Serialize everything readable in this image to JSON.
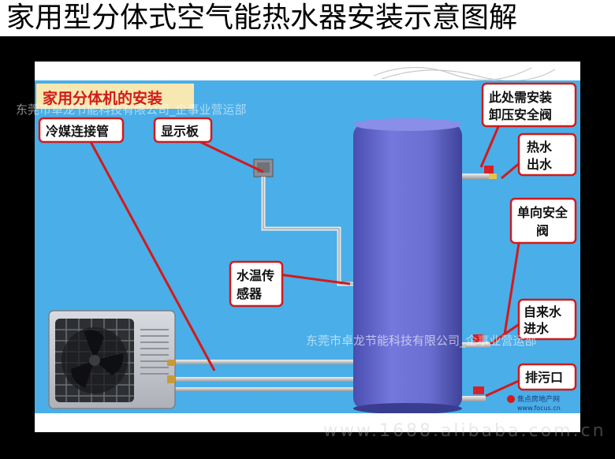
{
  "page_title": "家用型分体式空气能热水器安装示意图解",
  "panel_heading": "家用分体机的安装",
  "labels": {
    "refrigerant_pipe": "冷媒连接管",
    "display_panel": "显示板",
    "water_temp_sensor_l1": "水温传",
    "water_temp_sensor_l2": "感器",
    "relief_valve_l1": "此处需安装",
    "relief_valve_l2": "卸压安全阀",
    "hot_water_l1": "热水",
    "hot_water_l2": "出水",
    "check_valve_l1": "单向安全",
    "check_valve_l2": "阀",
    "tap_water_l1": "自来水",
    "tap_water_l2": "进水",
    "drain": "排污口"
  },
  "watermarks": {
    "company_top": "东莞市卓龙节能科技有限公司_企事业营运部",
    "company_mid": "东莞市卓龙节能科技有限公司_企事业营运部",
    "alibaba": "www.1688.alibaba.com.cn",
    "focus_logo": "焦点房地产网",
    "focus_url": "www.focus.cn"
  },
  "colors": {
    "panel_blue": "#4aaee8",
    "tank": "#6a6ed0",
    "callout_fill": "#ffffff",
    "callout_border": "#d21a1a",
    "heading_text": "#d21a1a",
    "valve_red": "#d8202a"
  }
}
